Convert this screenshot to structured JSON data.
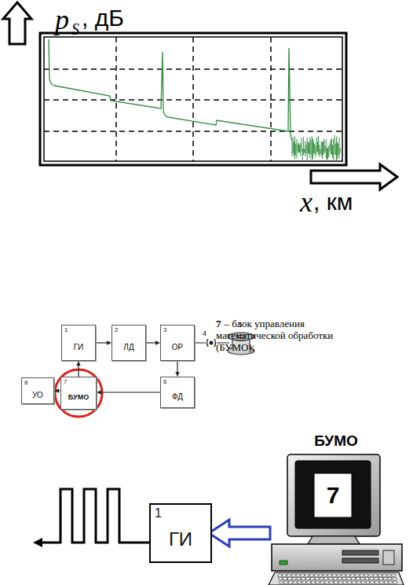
{
  "diagram": {
    "nodes": [
      {
        "text": [
          "1",
          "ГИ"
        ]
      },
      {
        "text": [
          "2",
          "ЛД"
        ]
      },
      {
        "text": [
          "3",
          "ОР"
        ]
      },
      {
        "text": [
          "8",
          "УО"
        ]
      },
      {
        "text": [
          "7",
          "БУМО"
        ]
      },
      {
        "text": [
          "6",
          "ФД"
        ]
      },
      {
        "text": [
          "1",
          "ГИ"
        ]
      },
      {
        "text": [
          "БУМО",
          "7"
        ]
      }
    ],
    "edges": [
      {
        "from": 0,
        "to": 1,
        "arrow": "to"
      },
      {
        "from": 1,
        "to": 2,
        "arrow": "to"
      },
      {
        "from": 2,
        "to": 5,
        "arrow": "to"
      },
      {
        "from": 5,
        "to": 4,
        "arrow": "to"
      },
      {
        "from": 4,
        "to": 0,
        "arrow": "to"
      },
      {
        "from": 4,
        "to": 3,
        "arrow": "to"
      },
      {
        "from": 7,
        "to": 6,
        "arrow": "to"
      }
    ],
    "labels": [
      "p",
      "S",
      ", дБ",
      "x",
      ", км",
      "7",
      "– блок управления математической обработки (БУМО);",
      "4",
      "5"
    ]
  }
}
